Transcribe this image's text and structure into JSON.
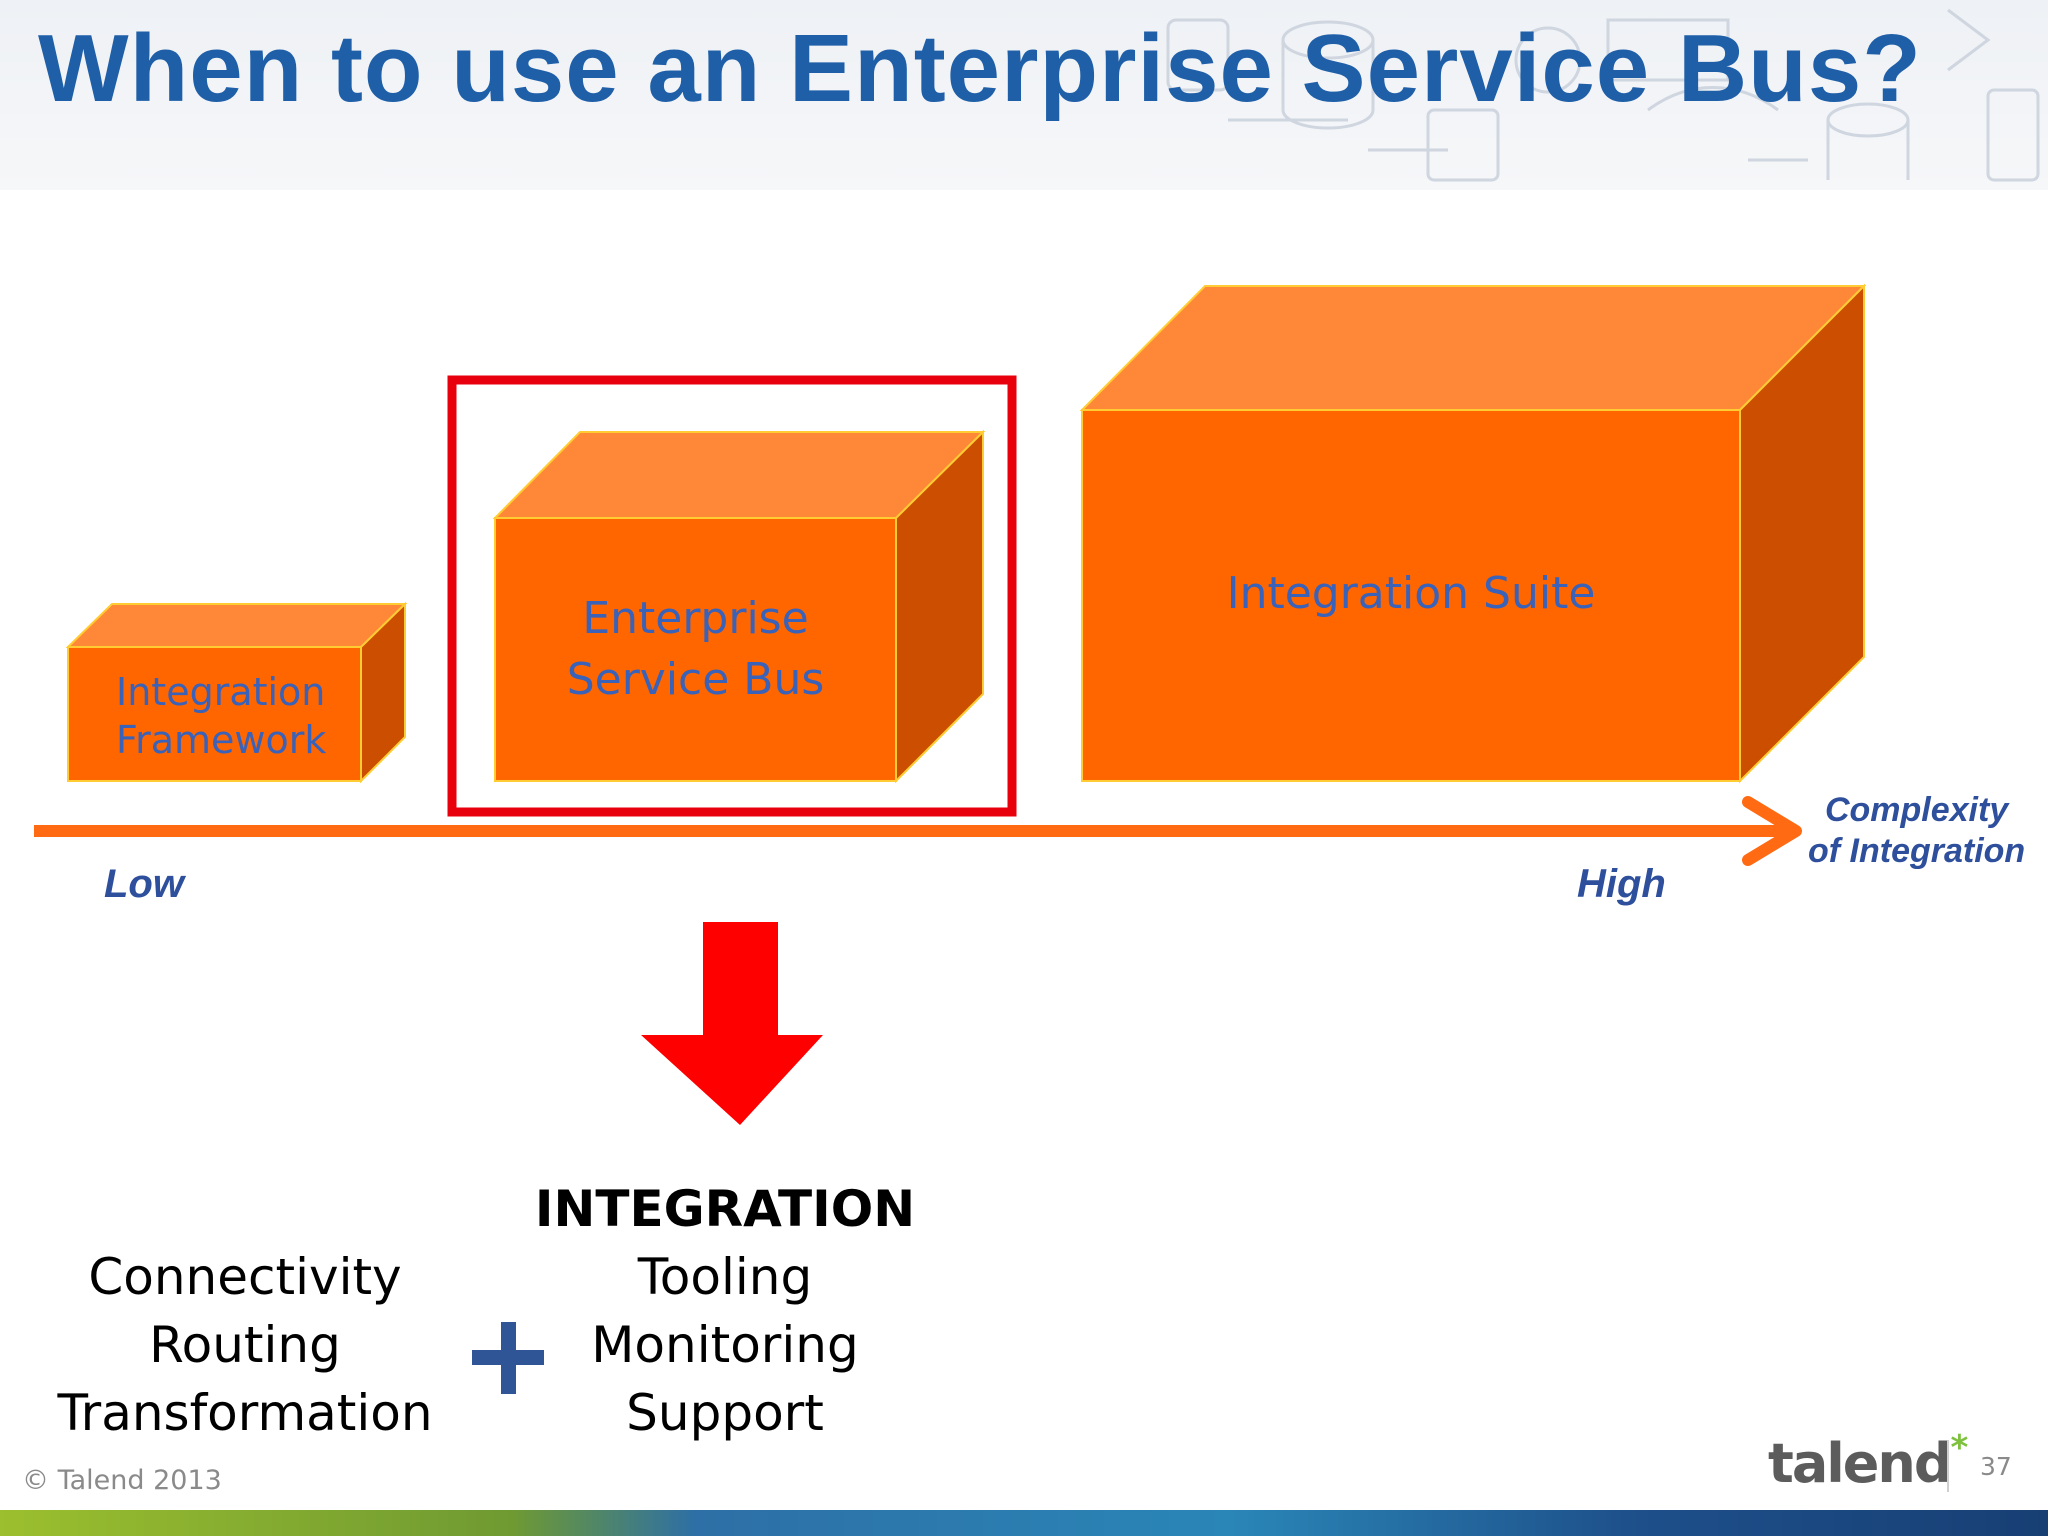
{
  "title": "When to use an Enterprise Service Bus?",
  "boxes": [
    {
      "label_lines": [
        "Integration",
        "Framework"
      ],
      "highlighted": false
    },
    {
      "label_lines": [
        "Enterprise",
        "Service Bus"
      ],
      "highlighted": true
    },
    {
      "label_lines": [
        "Integration Suite"
      ],
      "highlighted": false
    }
  ],
  "axis": {
    "low_label": "Low",
    "high_label": "High",
    "title_lines": [
      "Complexity",
      "of Integration"
    ]
  },
  "features": {
    "left_lines": [
      "Connectivity",
      "Routing",
      "Transformation"
    ],
    "plus_symbol": "+",
    "right_heading": "INTEGRATION",
    "right_lines": [
      "Tooling",
      "Monitoring",
      "Support"
    ]
  },
  "footer": {
    "copyright": "© Talend 2013",
    "logo_text": "talend",
    "logo_mark": "*",
    "page_number": "37"
  },
  "colors": {
    "title": "#1f5fa8",
    "box_front": "#ff6600",
    "box_top": "#ff8838",
    "box_side": "#cc4e00",
    "box_edge": "#ffcc33",
    "highlight_frame": "#e8000d",
    "axis_arrow": "#ff6a13",
    "down_arrow": "#ff0000",
    "box_text": "#3a62b8",
    "axis_text": "#2e4f9c",
    "plus": "#2f5597"
  }
}
